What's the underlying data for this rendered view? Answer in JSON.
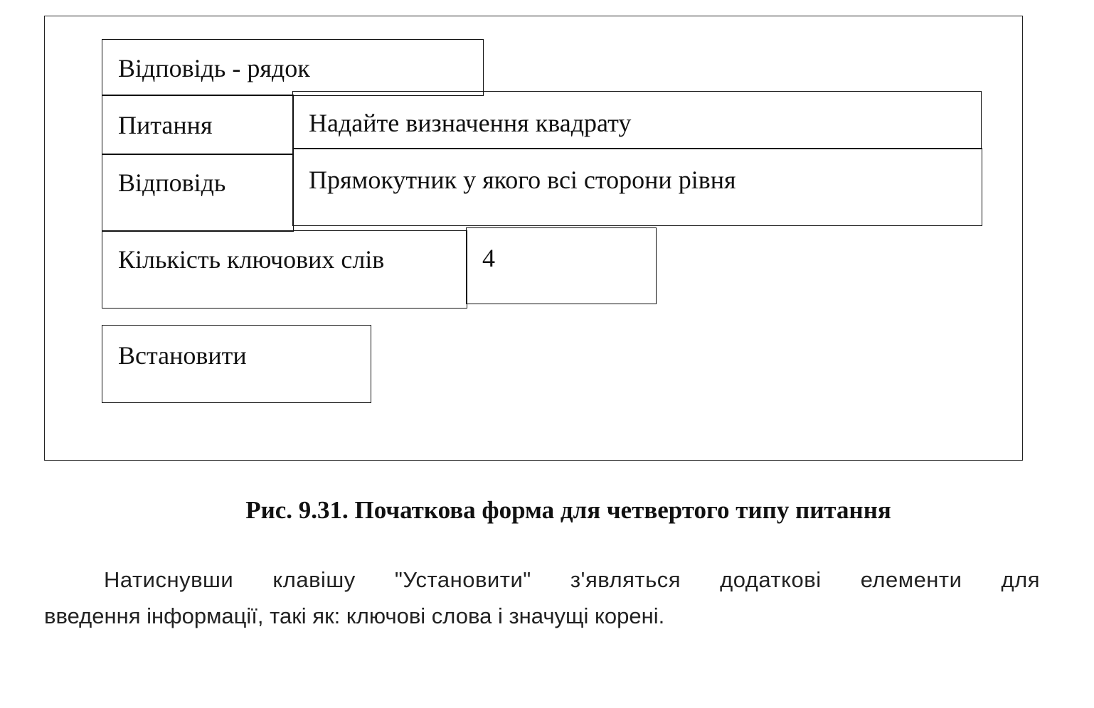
{
  "form": {
    "type_label": "Відповідь - рядок",
    "question_label": "Питання",
    "question_value": "Надайте визначення квадрату",
    "answer_label": "Відповідь",
    "answer_value": "Прямокутник у якого всі сторони рівня",
    "keywords_count_label": "Кількість ключових слів",
    "keywords_count_value": "4",
    "set_button_label": "Встановити"
  },
  "caption": "Рис. 9.31. Початкова форма для четвертого типу питання",
  "paragraph": {
    "line1": "Натиснувши клавішу \"Установити\" з'являться додаткові елементи для",
    "line2": "введення інформації, такі як: ключові слова і значущі корені."
  }
}
